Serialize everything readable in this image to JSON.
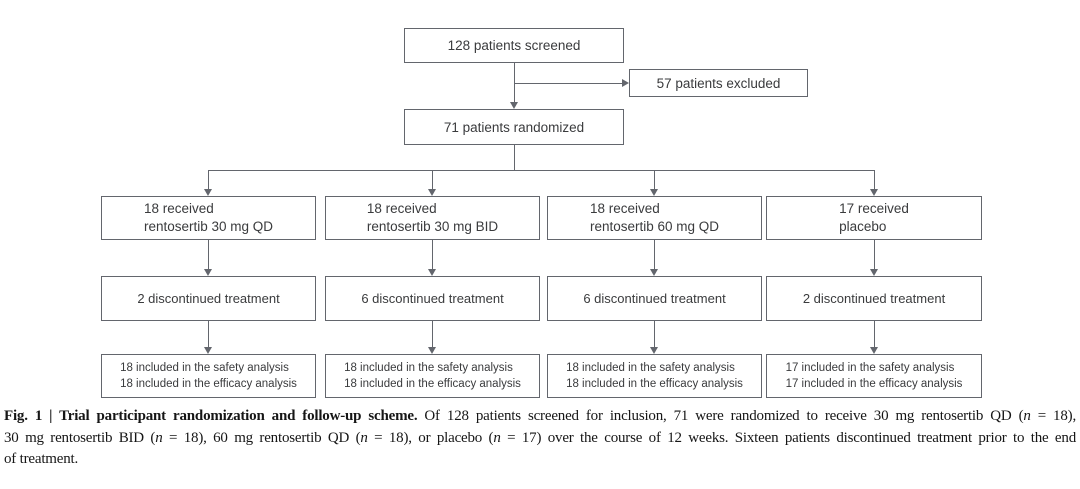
{
  "flow": {
    "screened": "128 patients screened",
    "excluded": "57 patients excluded",
    "randomized": "71 patients randomized",
    "arms": [
      {
        "count_line": "18 received",
        "treatment_line": "rentosertib 30 mg QD"
      },
      {
        "count_line": "18 received",
        "treatment_line": "rentosertib 30 mg BID"
      },
      {
        "count_line": "18 received",
        "treatment_line": "rentosertib 60 mg QD"
      },
      {
        "count_line": "17 received",
        "treatment_line": "placebo"
      }
    ],
    "discontinued": [
      {
        "label": "2 discontinued treatment"
      },
      {
        "label": "6 discontinued treatment"
      },
      {
        "label": "6 discontinued treatment"
      },
      {
        "label": "2 discontinued treatment"
      }
    ],
    "analysis": [
      {
        "safety_line": "18 included in the safety analysis",
        "efficacy_line": "18 included in the efficacy analysis"
      },
      {
        "safety_line": "18 included in the safety analysis",
        "efficacy_line": "18 included in the efficacy analysis"
      },
      {
        "safety_line": "18 included in the safety analysis",
        "efficacy_line": "18 included in the efficacy analysis"
      },
      {
        "safety_line": "17 included in the safety analysis",
        "efficacy_line": "17 included in the efficacy analysis"
      }
    ]
  },
  "caption": {
    "lines": [
      [
        {
          "text": "Fig. 1 | Trial participant randomization and follow-up scheme.",
          "bold": true
        },
        {
          "text": " Of 128 patients screened for inclusion, 71 were randomized to receive 30 mg rentosertib QD ("
        },
        {
          "text": "n",
          "italic": true
        },
        {
          "text": " = 18),"
        }
      ],
      [
        {
          "text": "30 mg rentosertib BID ("
        },
        {
          "text": "n",
          "italic": true
        },
        {
          "text": " = 18), 60 mg rentosertib QD ("
        },
        {
          "text": "n",
          "italic": true
        },
        {
          "text": " = 18), or placebo ("
        },
        {
          "text": "n",
          "italic": true
        },
        {
          "text": " = 17) over the course of 12 weeks. Sixteen patients discontinued treatment prior to the end"
        }
      ],
      [
        {
          "text": "of treatment."
        }
      ]
    ]
  },
  "colors": {
    "line": "#63666d",
    "box_text": "#3a3b3d",
    "caption_text": "#161616",
    "background": "#ffffff"
  }
}
